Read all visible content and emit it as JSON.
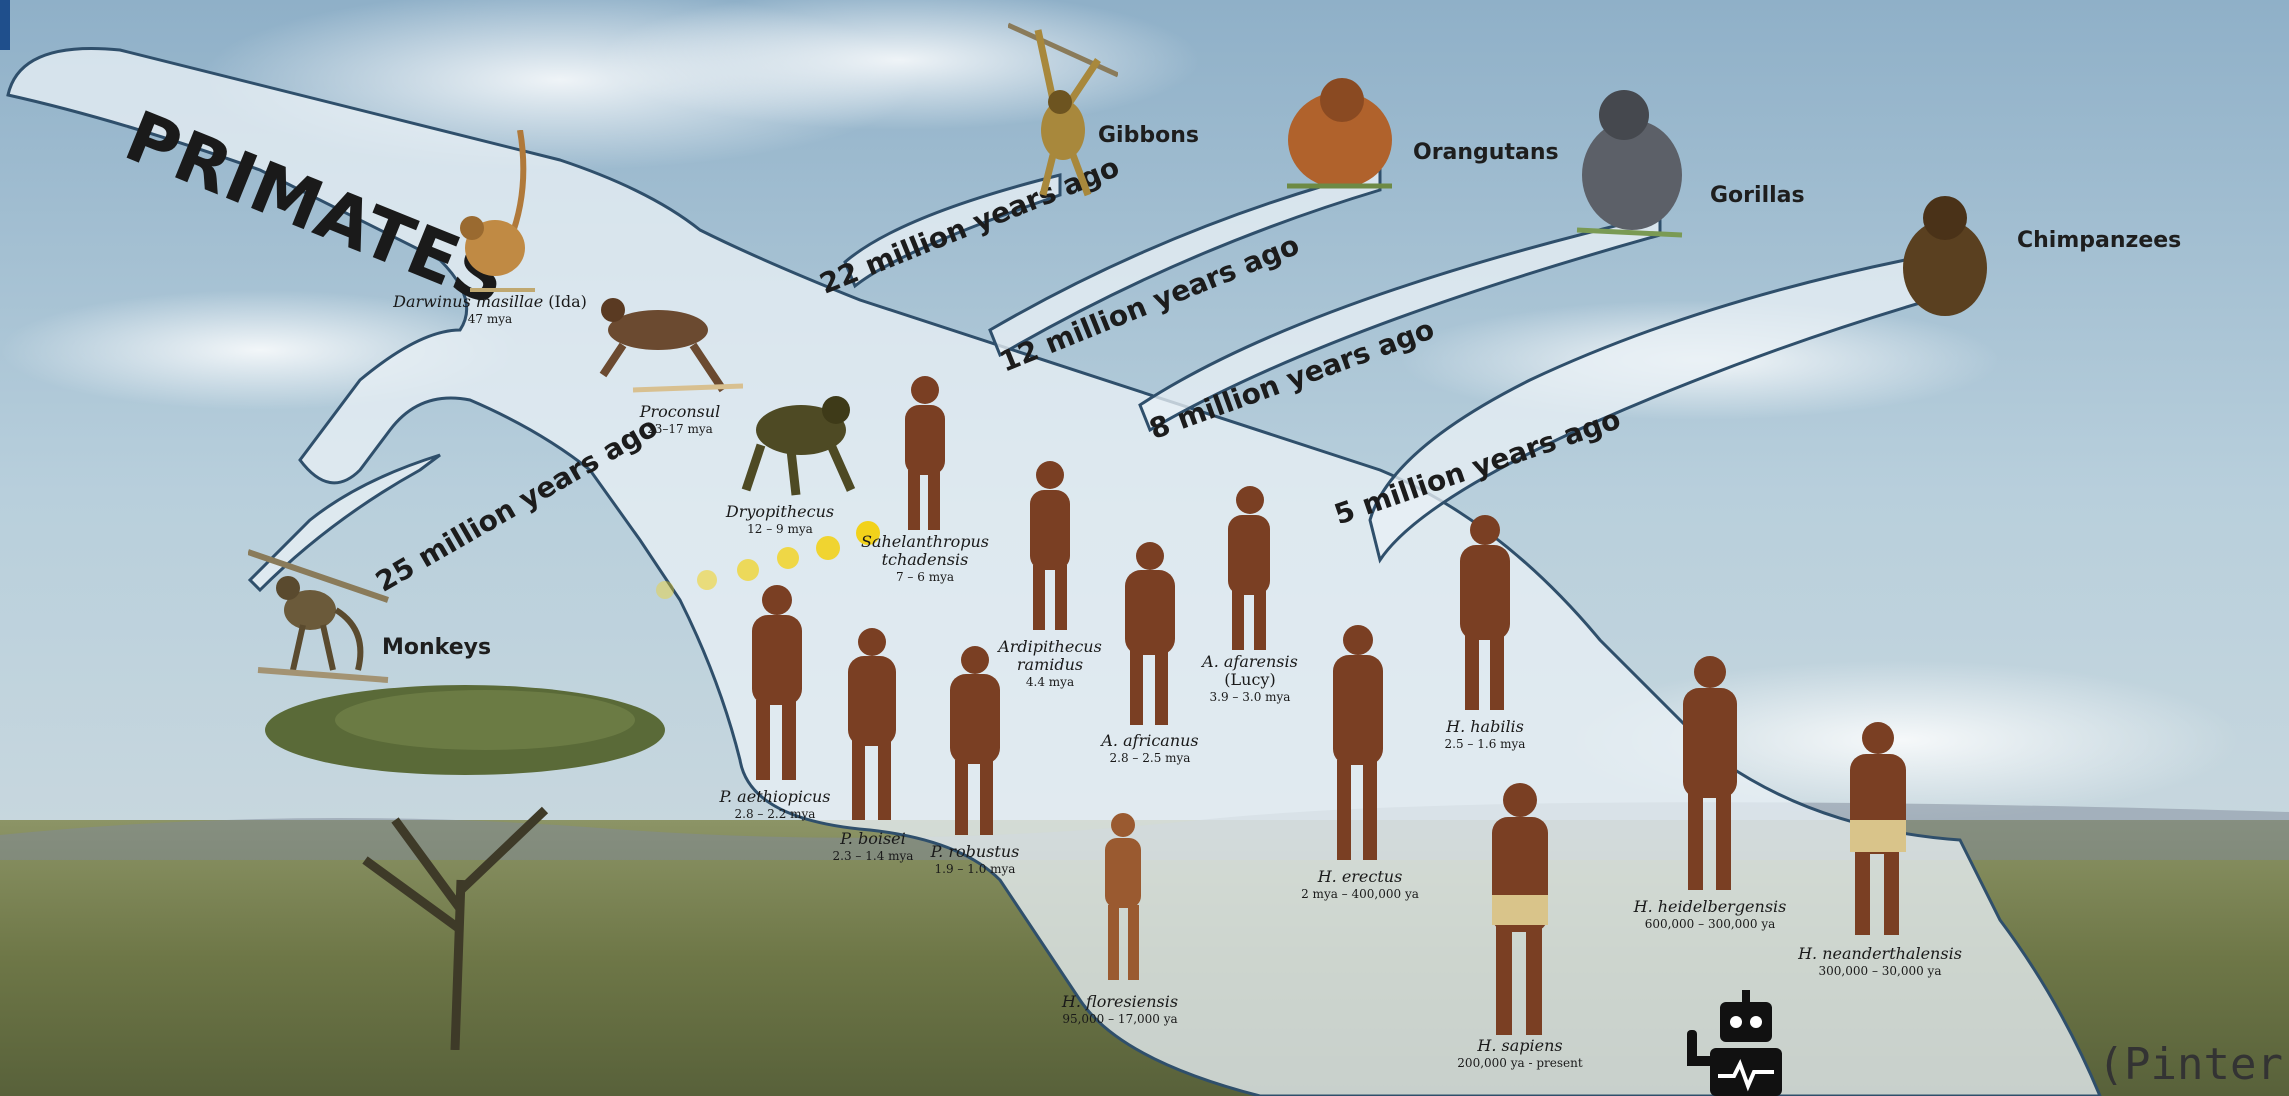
{
  "title": "PRIMATES",
  "branches": {
    "b25": "25 million years ago",
    "b22": "22 million years ago",
    "b12": "12 million years ago",
    "b8": "8 million years ago",
    "b5": "5 million years ago"
  },
  "apes": {
    "monkeys": "Monkeys",
    "gibbons": "Gibbons",
    "orangutans": "Orangutans",
    "gorillas": "Gorillas",
    "chimpanzees": "Chimpanzees"
  },
  "species": {
    "darwinius": {
      "name": "Darwinus masillae",
      "suffix": " (Ida)",
      "dates": "47 mya"
    },
    "proconsul": {
      "name": "Proconsul",
      "dates": "23–17 mya"
    },
    "dryopithecus": {
      "name": "Dryopithecus",
      "dates": "12 – 9 mya"
    },
    "sahelanthropus": {
      "name": "Sahelanthropus",
      "name2": "tchadensis",
      "dates": "7 – 6 mya"
    },
    "ardipithecus": {
      "name": "Ardipithecus",
      "name2": "ramidus",
      "dates": "4.4 mya"
    },
    "afarensis": {
      "name": "A. afarensis",
      "name2": "(Lucy)",
      "dates": "3.9 – 3.0 mya"
    },
    "africanus": {
      "name": "A. africanus",
      "dates": "2.8 – 2.5 mya"
    },
    "aethiopicus": {
      "name": "P. aethiopicus",
      "dates": "2.8 – 2.2 mya"
    },
    "boisei": {
      "name": "P. boisei",
      "dates": "2.3 – 1.4 mya"
    },
    "robustus": {
      "name": "P. robustus",
      "dates": "1.9 – 1.0 mya"
    },
    "floresiensis": {
      "name": "H. floresiensis",
      "dates": "95,000 – 17,000 ya"
    },
    "erectus": {
      "name": "H. erectus",
      "dates": "2 mya – 400,000 ya"
    },
    "habilis": {
      "name": "H. habilis",
      "dates": "2.5 – 1.6 mya"
    },
    "sapiens": {
      "name": "H. sapiens",
      "dates": "200,000 ya - present"
    },
    "heidelbergensis": {
      "name": "H. heidelbergensis",
      "dates": "600,000 – 300,000 ya"
    },
    "neanderthalensis": {
      "name": "H. neanderthalensis",
      "dates": "300,000 – 30,000 ya"
    }
  },
  "credit": "(Pinter",
  "colors": {
    "sky": "#a9c2d4",
    "ground": "#6f7a48",
    "branch": "#e6eef4",
    "branch_edge": "#2f4f6b",
    "skin": "#7a3f23",
    "dots": "#f2d21b",
    "corner": "#1f4f8c"
  },
  "icons": {
    "robot": "robot-icon",
    "tree": "acacia-tree-icon"
  }
}
